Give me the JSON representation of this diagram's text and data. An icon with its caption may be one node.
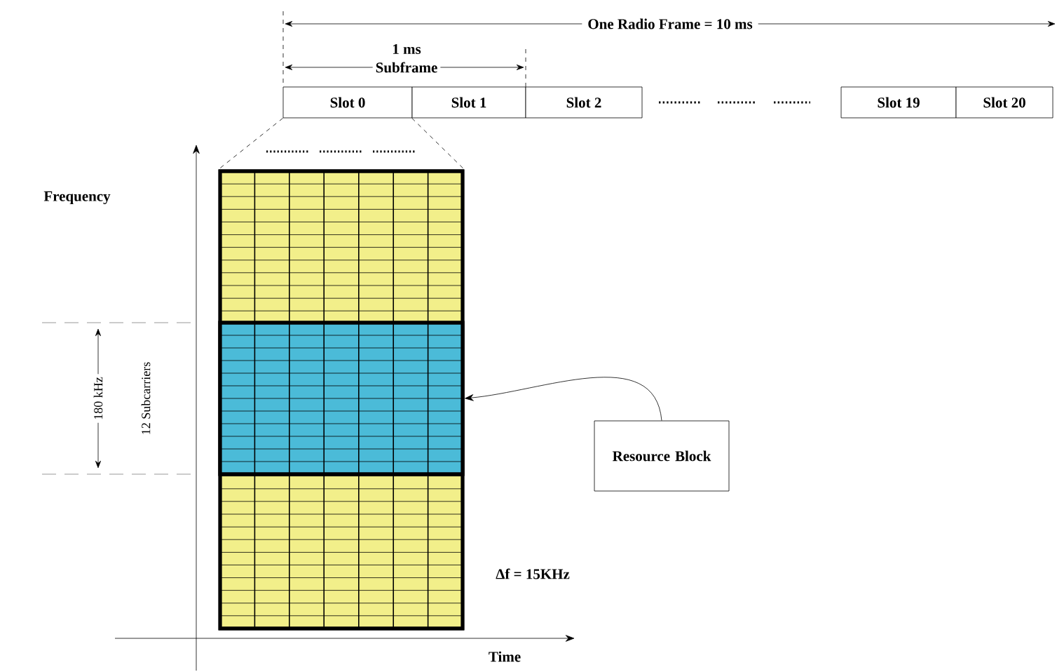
{
  "diagram": {
    "nodes": [
      {
        "text": [
          "Slot 0"
        ]
      },
      {
        "text": [
          "Slot 1"
        ]
      },
      {
        "text": [
          "Slot 2"
        ]
      },
      {
        "text": [
          "Slot 19"
        ]
      },
      {
        "text": [
          "Slot 20"
        ]
      },
      {
        "text": [],
        "shape": "box"
      },
      {
        "text": [],
        "shape": "box",
        "in": 5
      },
      {
        "text": [
          "Resource Block"
        ]
      }
    ],
    "edges": [
      {
        "from": 0,
        "to": 5,
        "arrow": "none",
        "style": "dashed"
      },
      {
        "from": 1,
        "to": 5,
        "arrow": "none",
        "style": "dashed"
      },
      {
        "from": 7,
        "to": 6,
        "arrow": "to"
      }
    ],
    "labels": [
      "One Radio Frame = 10 ms",
      "1 ms",
      "Subframe",
      "Frequency",
      "180 kHz",
      "12 Subcarriers",
      "Δf = 15KHz",
      "Time"
    ]
  }
}
